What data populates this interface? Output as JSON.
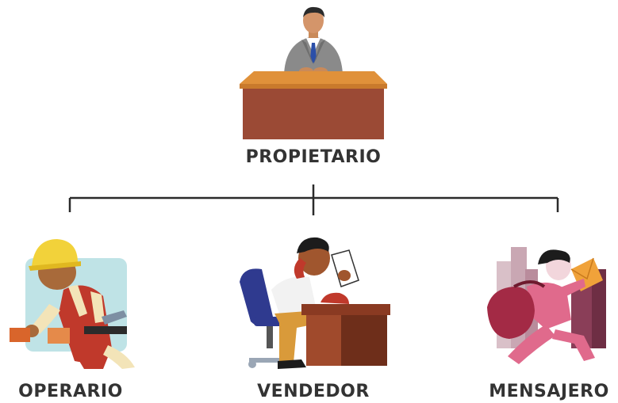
{
  "org_chart": {
    "top": {
      "label": "PROPIETARIO",
      "icon": "businessman-at-desk-icon"
    },
    "children": [
      {
        "label": "OPERARIO",
        "icon": "construction-worker-icon"
      },
      {
        "label": "VENDEDOR",
        "icon": "salesman-on-phone-icon"
      },
      {
        "label": "MENSAJERO",
        "icon": "running-courier-icon"
      }
    ]
  },
  "colors": {
    "line": "#2b2b2b",
    "text": "#333333",
    "desk_top": "#e0913a",
    "desk_front": "#9b4a35",
    "suit": "#8a8a8a",
    "worker_red": "#c0392b",
    "courier_pink": "#e06a8c"
  }
}
